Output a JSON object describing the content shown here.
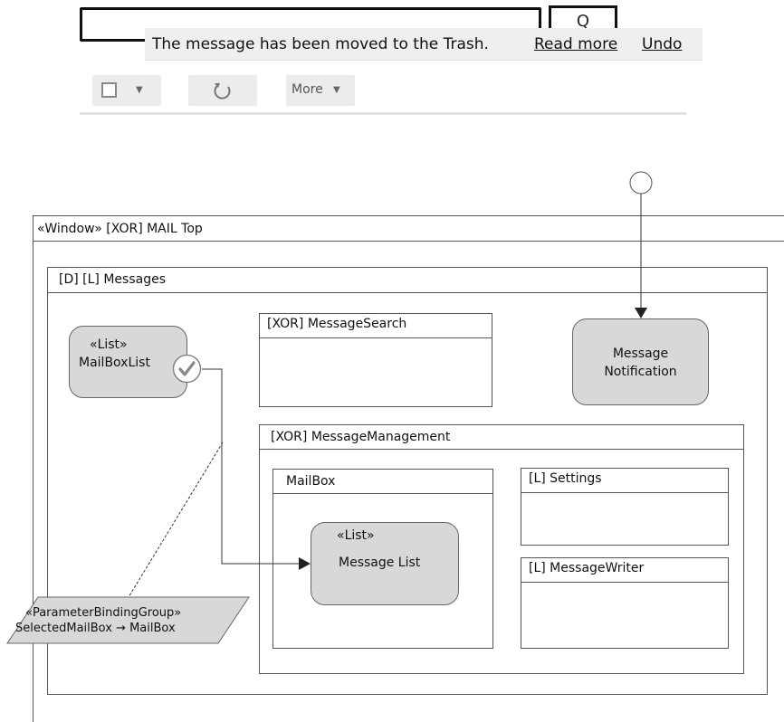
{
  "mockup": {
    "search_icon": "search-icon",
    "notification": {
      "message": "The message has been moved to the Trash.",
      "read_more": "Read more",
      "undo": "Undo"
    },
    "toolbar": {
      "more_label": "More"
    }
  },
  "diagram": {
    "window_title": "«Window» [XOR] MAIL Top",
    "messages_title": "[D] [L] Messages",
    "mailbox_list": {
      "stereotype": "«List»",
      "name": "MailBoxList"
    },
    "message_search_title": "[XOR] MessageSearch",
    "message_notification": {
      "line1": "Message",
      "line2": "Notification"
    },
    "message_management_title": "[XOR] MessageManagement",
    "mailbox_title": "MailBox",
    "message_list": {
      "stereotype": "«List»",
      "name": "Message List"
    },
    "settings_title": "[L] Settings",
    "message_writer_title": "[L] MessageWriter",
    "binding": {
      "line1": "«ParameterBindingGroup»",
      "line2": "SelectedMailBox → MailBox"
    }
  }
}
